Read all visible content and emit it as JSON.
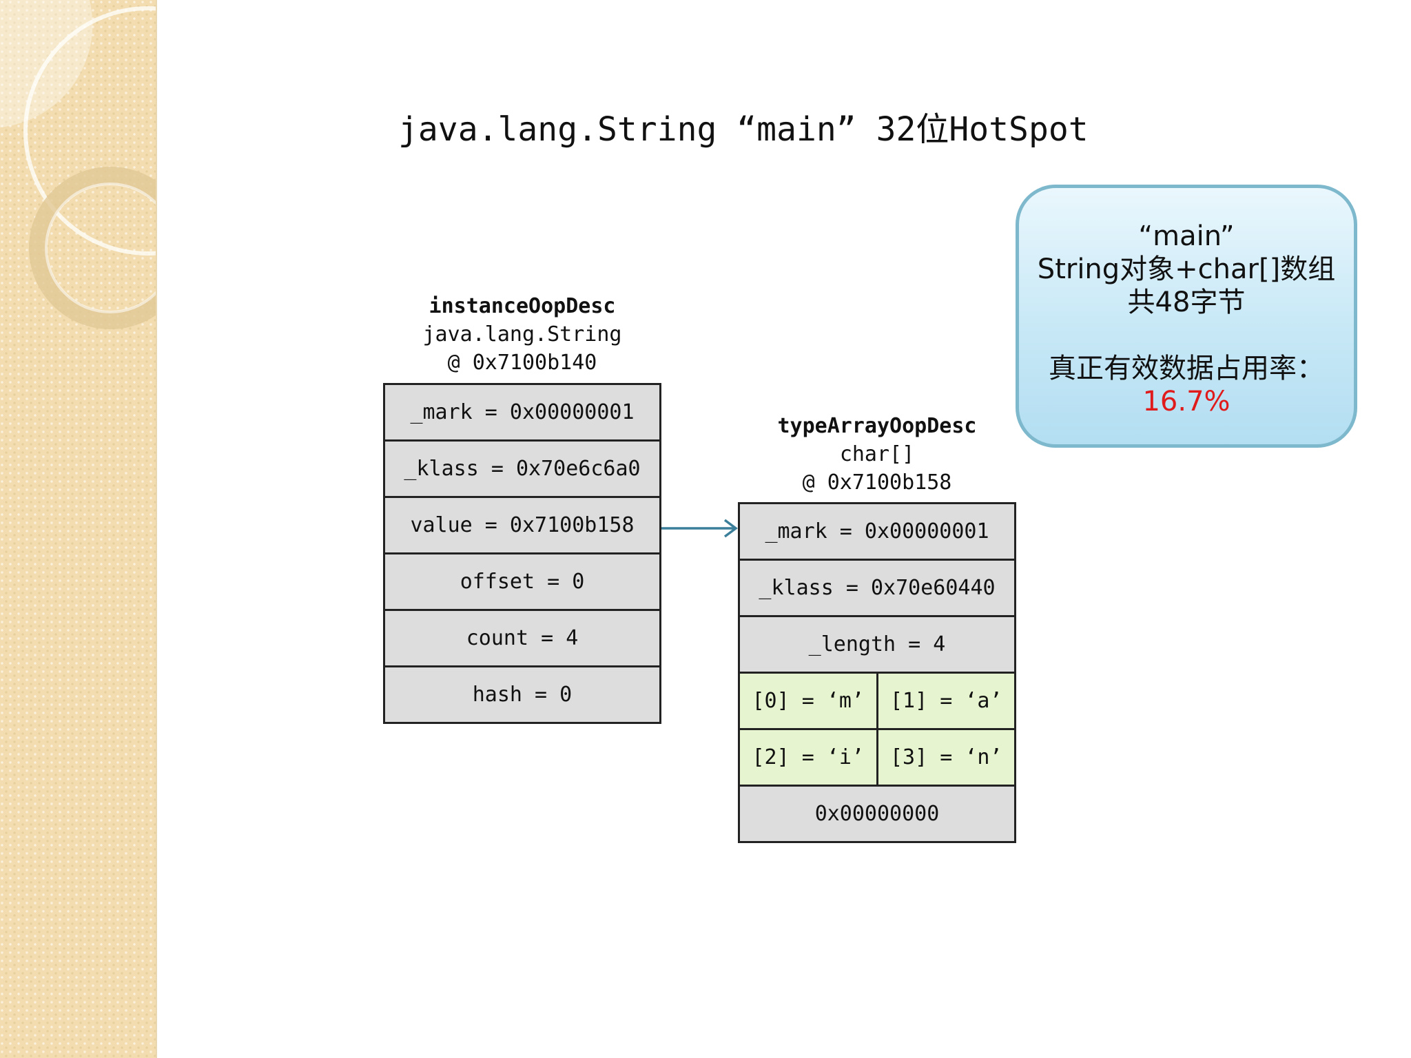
{
  "title": "java.lang.String “main” 32位HotSpot",
  "instance": {
    "header_kind": "instanceOopDesc",
    "header_class": "java.lang.String",
    "header_addr": "@ 0x7100b140",
    "fields": [
      "_mark = 0x00000001",
      "_klass = 0x70e6c6a0",
      "value = 0x7100b158",
      "offset = 0",
      "count = 4",
      "hash = 0"
    ]
  },
  "array": {
    "header_kind": "typeArrayOopDesc",
    "header_class": "char[]",
    "header_addr": "@ 0x7100b158",
    "fields": [
      "_mark = 0x00000001",
      "_klass = 0x70e60440",
      "_length = 4"
    ],
    "elements": [
      "[0] = ‘m’",
      "[1] = ‘a’",
      "[2] = ‘i’",
      "[3] = ‘n’"
    ],
    "padding": "0x00000000"
  },
  "callout": {
    "line1": "“main”",
    "line2": "String对象+char[]数组",
    "line3": "共48字节",
    "line4": "真正有效数据占用率：",
    "percent": "16.7%",
    "percent_color": "#e01b1b"
  },
  "colors": {
    "cell_bg": "#dddddd",
    "element_bg": "#e6f5cf",
    "arrow": "#3b7f9a",
    "callout_border": "#7db8cc"
  }
}
